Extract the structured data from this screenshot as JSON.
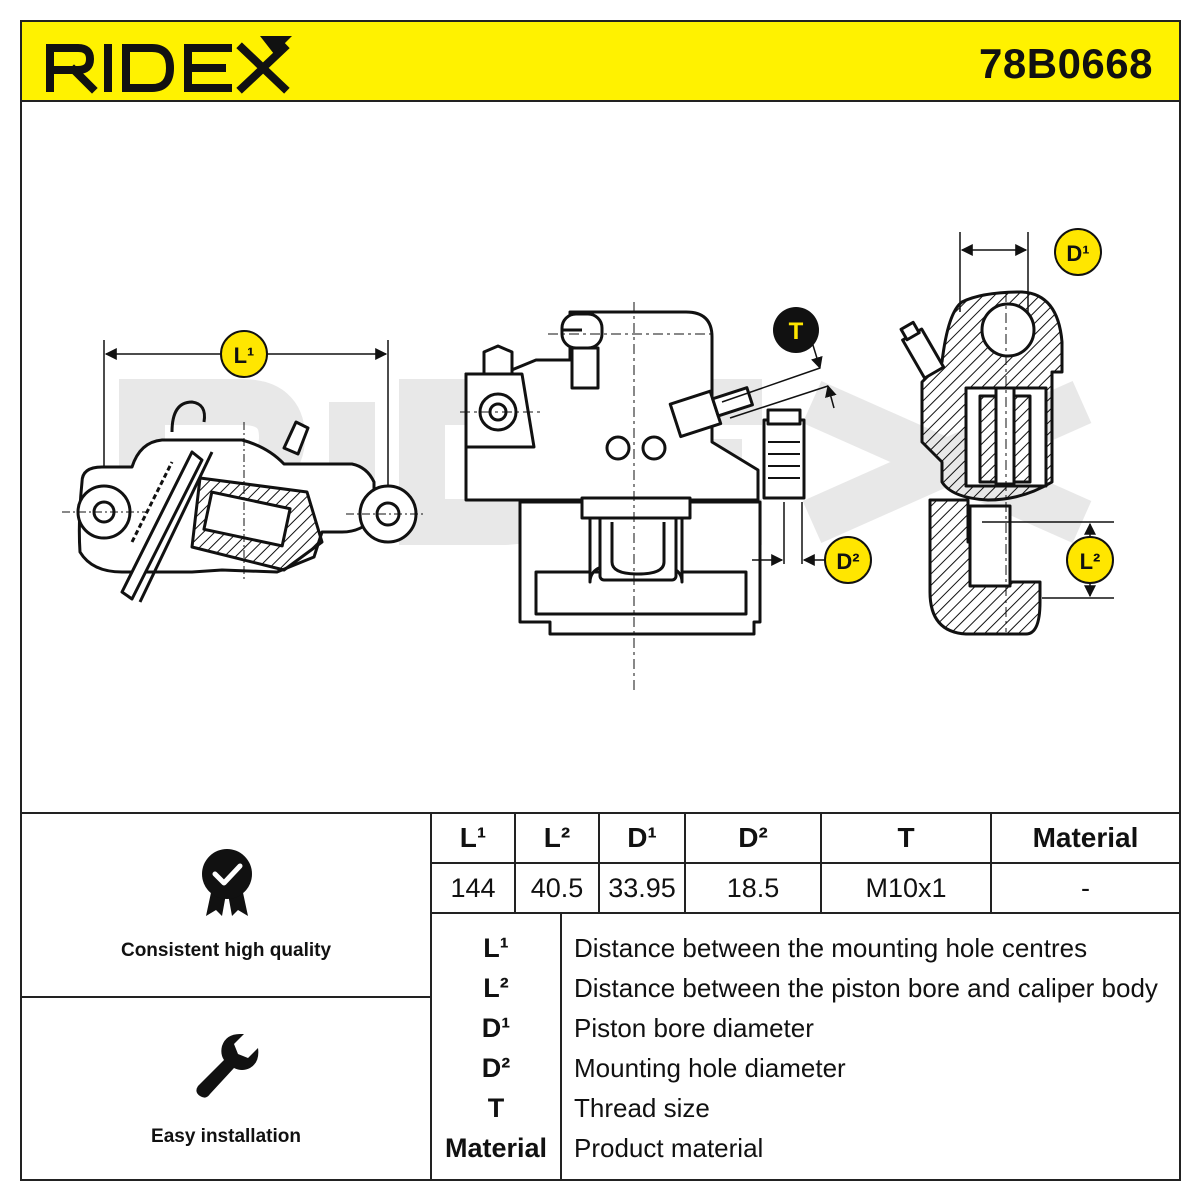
{
  "header": {
    "brand": "RIDEX",
    "part_number": "78B0668"
  },
  "drawing": {
    "callouts": {
      "L1": "L¹",
      "L2": "L²",
      "D1": "D¹",
      "D2": "D²",
      "T": "T"
    }
  },
  "features": [
    {
      "label": "Consistent high quality",
      "icon": "quality-badge-icon"
    },
    {
      "label": "Easy installation",
      "icon": "wrench-icon"
    }
  ],
  "specs": {
    "headers": [
      "L¹",
      "L²",
      "D¹",
      "D²",
      "T",
      "Material"
    ],
    "values": [
      "144",
      "40.5",
      "33.95",
      "18.5",
      "M10x1",
      "-"
    ]
  },
  "legend": [
    {
      "key": "L¹",
      "desc": "Distance between the mounting hole centres"
    },
    {
      "key": "L²",
      "desc": "Distance between the piston bore and caliper body"
    },
    {
      "key": "D¹",
      "desc": "Piston bore diameter"
    },
    {
      "key": "D²",
      "desc": "Mounting hole diameter"
    },
    {
      "key": "T",
      "desc": "Thread size"
    },
    {
      "key": "Material",
      "desc": "Product material"
    }
  ],
  "colors": {
    "header_bg": "#FFF200",
    "callout_bg": "#FFE600",
    "line": "#111111",
    "watermark": "#E6E6E6"
  }
}
